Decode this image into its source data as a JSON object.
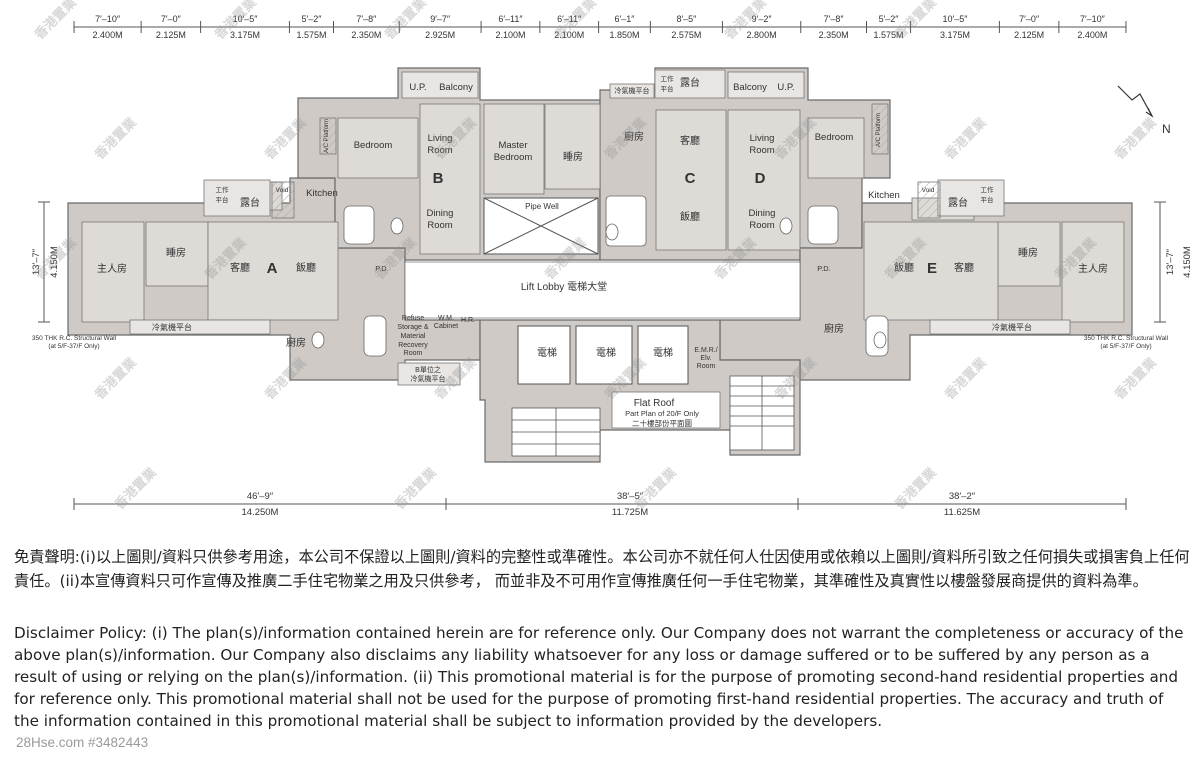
{
  "top_dims": [
    {
      "ft": "7′–10″",
      "m": "2.400M"
    },
    {
      "ft": "7′–0″",
      "m": "2.125M"
    },
    {
      "ft": "10′–5″",
      "m": "3.175M"
    },
    {
      "ft": "5′–2″",
      "m": "1.575M"
    },
    {
      "ft": "7′–8″",
      "m": "2.350M"
    },
    {
      "ft": "9′–7″",
      "m": "2.925M"
    },
    {
      "ft": "6′–11″",
      "m": "2.100M"
    },
    {
      "ft": "6′–11″",
      "m": "2.100M"
    },
    {
      "ft": "6′–1″",
      "m": "1.850M"
    },
    {
      "ft": "8′–5″",
      "m": "2.575M"
    },
    {
      "ft": "9′–2″",
      "m": "2.800M"
    },
    {
      "ft": "7′–8″",
      "m": "2.350M"
    },
    {
      "ft": "5′–2″",
      "m": "1.575M"
    },
    {
      "ft": "10′–5″",
      "m": "3.175M"
    },
    {
      "ft": "7′–0″",
      "m": "2.125M"
    },
    {
      "ft": "7′–10″",
      "m": "2.400M"
    }
  ],
  "bottom_dims": [
    {
      "ft": "46′–9″",
      "m": "14.250M"
    },
    {
      "ft": "38′–5″",
      "m": "11.725M"
    },
    {
      "ft": "38′–2″",
      "m": "11.625M"
    }
  ],
  "side_dims": {
    "ft": "13′–7″",
    "m": "4.150M"
  },
  "north": "N",
  "units": {
    "a": "A",
    "b": "B",
    "c": "C",
    "d": "D",
    "e": "E"
  },
  "rooms": {
    "up": "U.P.",
    "balcony": "Balcony",
    "bedroom": "Bedroom",
    "living_room": "Living Room",
    "living": "Living",
    "room": "Room",
    "master": "Master",
    "bedroom2": "Bedroom",
    "dining": "Dining",
    "kitchen": "Kitchen",
    "void": "Void",
    "ac_platform": "A/C Platform",
    "pd": "P.D.",
    "pipe_well": "Pipe Well",
    "lift_lobby": "Lift Lobby 電梯大堂",
    "refuse": "Refuse",
    "storage": "Storage &",
    "material": "Material",
    "recovery": "Recovery",
    "wm": "W.M.",
    "cabinet": "Cabinet",
    "hr": "H.R.",
    "emr": "E.M.R./",
    "elv": "Elv.",
    "flat_roof": "Flat Roof",
    "part_plan": "Part Plan of 20/F Only",
    "part_plan_zh": "二十樓部份平面圖",
    "zh_master": "主人房",
    "zh_bed": "睡房",
    "zh_living": "客廳",
    "zh_dining": "飯廳",
    "zh_kitchen": "廚房",
    "zh_lift": "電梯",
    "zh_work": "工作",
    "zh_platform": "平台",
    "zh_terrace": "露台",
    "zh_ac": "冷氣機平台",
    "zh_ac_c": "冷氣機平台",
    "zh_ac_b1": "B單位之",
    "zh_ac_b2": "冷氣機平台",
    "structural_1": "350 THK R.C. Structural Wall",
    "structural_2": "(at 5/F-37/F Only)"
  },
  "watermark": "香港置業",
  "disclaimer_zh": "免責聲明:(i)以上圖則/資料只供參考用途，本公司不保證以上圖則/資料的完整性或準確性。本公司亦不就任何人仕因使用或依賴以上圖則/資料所引致之任何損失或損害負上任何責任。(ii)本宣傳資料只可作宣傳及推廣二手住宅物業之用及只供參考， 而並非及不可用作宣傳推廣任何一手住宅物業，其準確性及真實性以樓盤發展商提供的資料為準。",
  "disclaimer_en": "Disclaimer Policy: (i) The plan(s)/information contained herein are for reference only. Our Company does not warrant the completeness or accuracy of the above plan(s)/information. Our Company also disclaims any liability whatsoever for any loss or damage suffered or to be suffered by any person as a result of using or relying on the plan(s)/information. (ii) This promotional material is for the purpose of promoting second-hand residential properties and for reference only. This promotional material shall not be used for the purpose of promoting first-hand residential properties. The accuracy and truth of the information contained in this promotional material shall be subject to information provided by the developers.",
  "ref": "28Hse.com #3482443"
}
